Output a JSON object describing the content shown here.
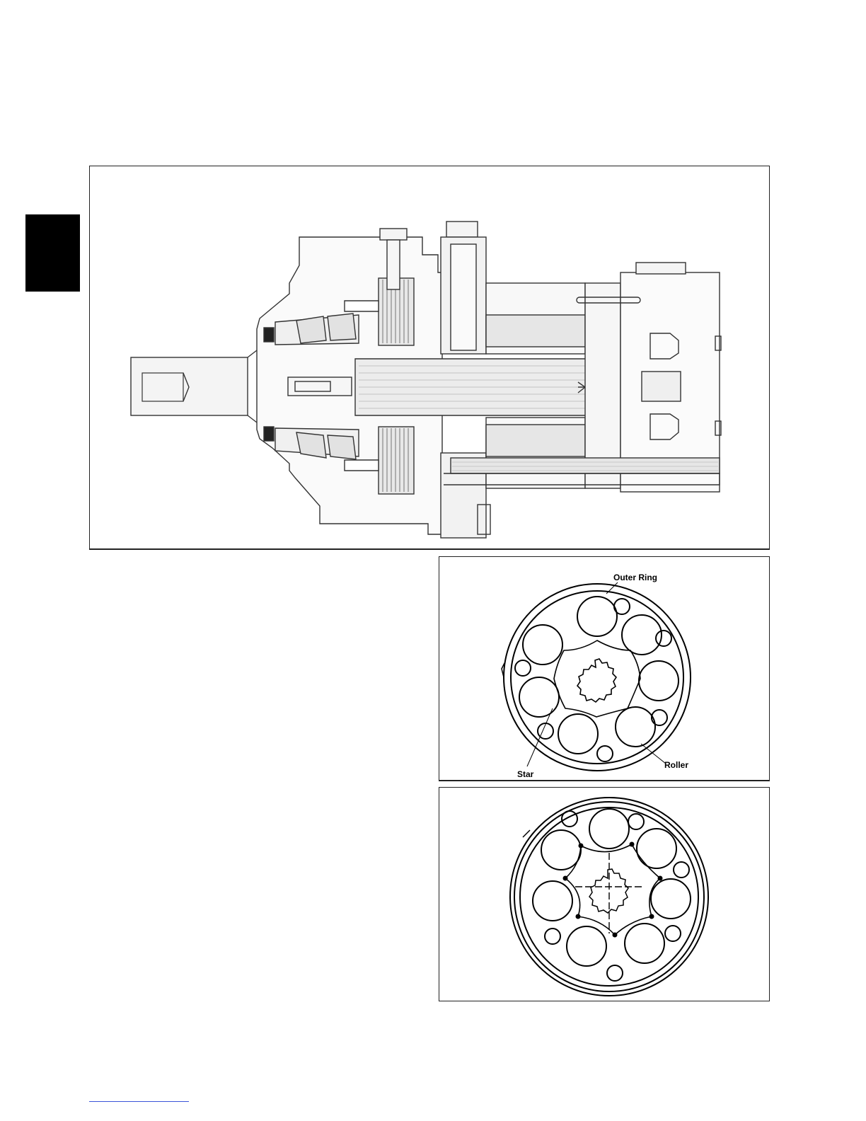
{
  "page": {
    "tab_marker_color": "#000000",
    "footer_rule_color": "#3b55d9"
  },
  "figures": {
    "cross_section": {
      "icon": "hydraulic-motor-cross-section-drawing"
    },
    "gerotor": {
      "icon": "gerotor-set-drawing",
      "labels": {
        "outer_ring": "Outer Ring",
        "roller": "Roller",
        "star": "Star"
      }
    },
    "star_geometry": {
      "icon": "gerotor-star-geometry-drawing"
    }
  }
}
